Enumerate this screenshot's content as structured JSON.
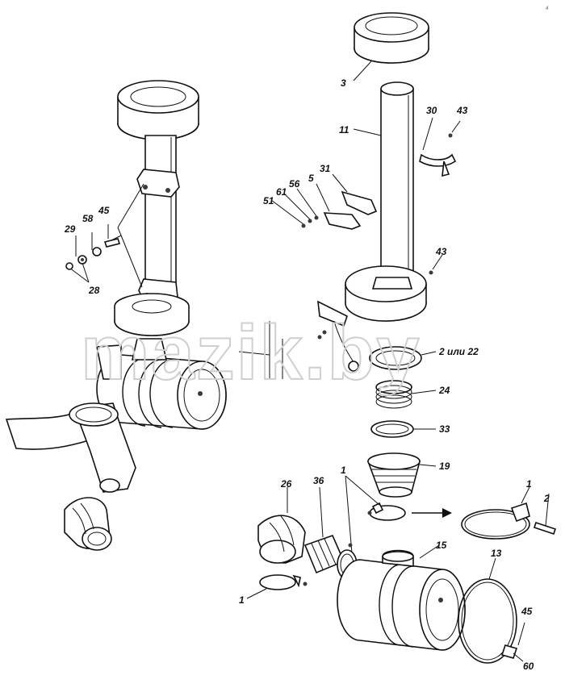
{
  "watermark": "mazik.by",
  "corner_mark": "4",
  "callouts": [
    {
      "id": "c3",
      "text": "3"
    },
    {
      "id": "c11",
      "text": "11"
    },
    {
      "id": "c30",
      "text": "30"
    },
    {
      "id": "c43a",
      "text": "43"
    },
    {
      "id": "c31",
      "text": "31"
    },
    {
      "id": "c5",
      "text": "5"
    },
    {
      "id": "c56",
      "text": "56"
    },
    {
      "id": "c61",
      "text": "61"
    },
    {
      "id": "c51",
      "text": "51"
    },
    {
      "id": "c43b",
      "text": "43"
    },
    {
      "id": "c29",
      "text": "29"
    },
    {
      "id": "c58",
      "text": "58"
    },
    {
      "id": "c45a",
      "text": "45"
    },
    {
      "id": "c28",
      "text": "28"
    },
    {
      "id": "c2ili22",
      "text": "2 или 22"
    },
    {
      "id": "c24",
      "text": "24"
    },
    {
      "id": "c33",
      "text": "33"
    },
    {
      "id": "c19",
      "text": "19"
    },
    {
      "id": "c1a",
      "text": "1"
    },
    {
      "id": "c26",
      "text": "26"
    },
    {
      "id": "c36",
      "text": "36"
    },
    {
      "id": "c1b",
      "text": "1"
    },
    {
      "id": "c2",
      "text": "2"
    },
    {
      "id": "c15",
      "text": "15"
    },
    {
      "id": "c13",
      "text": "13"
    },
    {
      "id": "c1c",
      "text": "1"
    },
    {
      "id": "c45b",
      "text": "45"
    },
    {
      "id": "c60",
      "text": "60"
    }
  ]
}
